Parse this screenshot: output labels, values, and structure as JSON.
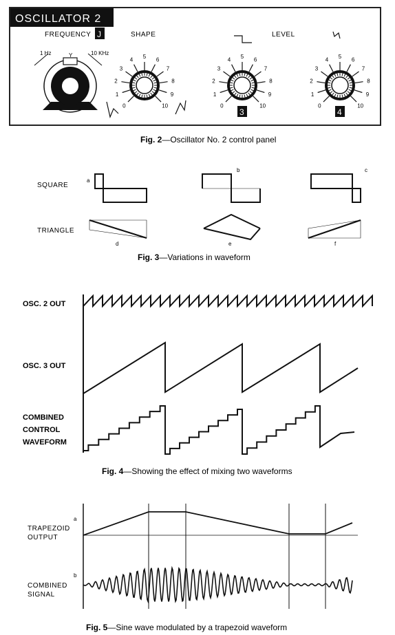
{
  "panel": {
    "title": "OSCILLATOR 2",
    "frequency_label": "FREQUENCY",
    "frequency_badge": "J",
    "shape_label": "SHAPE",
    "level_label": "LEVEL",
    "range_low": "1 Hz",
    "range_high": "10 KHz",
    "freq_center": "Y",
    "dial_numbers": [
      "0",
      "1",
      "2",
      "3",
      "4",
      "5",
      "6",
      "7",
      "8",
      "9",
      "10"
    ],
    "badge_3": "3",
    "badge_4": "4"
  },
  "fig2": {
    "caption_bold": "Fig. 2",
    "caption_text": "—Oscillator No. 2 control panel"
  },
  "fig3": {
    "square_label": "SQUARE",
    "triangle_label": "TRIANGLE",
    "letters": [
      "a",
      "b",
      "c",
      "d",
      "e",
      "f"
    ],
    "caption_bold": "Fig. 3",
    "caption_text": "—Variations in waveform"
  },
  "fig4": {
    "osc2": "OSC. 2 OUT",
    "osc3": "OSC. 3 OUT",
    "combined": [
      "COMBINED",
      "CONTROL",
      "WAVEFORM"
    ],
    "caption_bold": "Fig. 4",
    "caption_text": "—Showing the effect of mixing two waveforms"
  },
  "fig5": {
    "letter_a": "a",
    "letter_b": "b",
    "trap_label": [
      "TRAPEZOID",
      "OUTPUT"
    ],
    "comb_label": [
      "COMBINED",
      "SIGNAL"
    ],
    "caption_bold": "Fig. 5",
    "caption_text": "—Sine wave modulated by a trapezoid waveform"
  }
}
